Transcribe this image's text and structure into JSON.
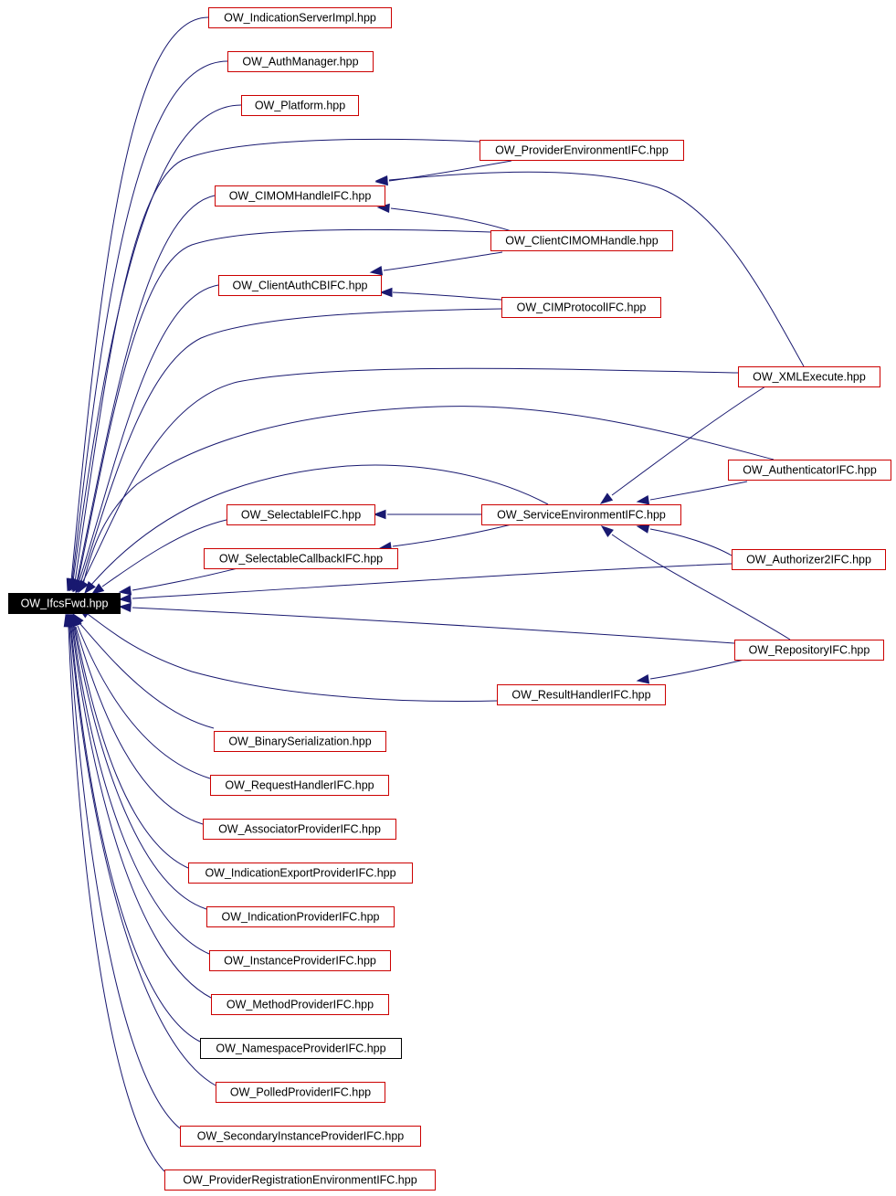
{
  "colors": {
    "edge": "#191970",
    "node_border_linked": "#cc0000",
    "node_border_plain": "#000000",
    "root_fill": "#000000",
    "root_text": "#ffffff",
    "node_fill": "#ffffff",
    "node_text": "#000000"
  },
  "root": {
    "id": "root",
    "label": "OW_IfcsFwd.hpp"
  },
  "nodes": [
    {
      "id": "n_indication_server_impl",
      "label": "OW_IndicationServerImpl.hpp",
      "border": "linked"
    },
    {
      "id": "n_auth_manager",
      "label": "OW_AuthManager.hpp",
      "border": "linked"
    },
    {
      "id": "n_platform",
      "label": "OW_Platform.hpp",
      "border": "linked"
    },
    {
      "id": "n_provider_environment_ifc",
      "label": "OW_ProviderEnvironmentIFC.hpp",
      "border": "linked"
    },
    {
      "id": "n_cimom_handle_ifc",
      "label": "OW_CIMOMHandleIFC.hpp",
      "border": "linked"
    },
    {
      "id": "n_client_cimom_handle",
      "label": "OW_ClientCIMOMHandle.hpp",
      "border": "linked"
    },
    {
      "id": "n_client_auth_cb_ifc",
      "label": "OW_ClientAuthCBIFC.hpp",
      "border": "linked"
    },
    {
      "id": "n_cim_protocol_ifc",
      "label": "OW_CIMProtocolIFC.hpp",
      "border": "linked"
    },
    {
      "id": "n_xml_execute",
      "label": "OW_XMLExecute.hpp",
      "border": "linked"
    },
    {
      "id": "n_authenticator_ifc",
      "label": "OW_AuthenticatorIFC.hpp",
      "border": "linked"
    },
    {
      "id": "n_selectable_ifc",
      "label": "OW_SelectableIFC.hpp",
      "border": "linked"
    },
    {
      "id": "n_service_environment_ifc",
      "label": "OW_ServiceEnvironmentIFC.hpp",
      "border": "linked"
    },
    {
      "id": "n_selectable_callback_ifc",
      "label": "OW_SelectableCallbackIFC.hpp",
      "border": "linked"
    },
    {
      "id": "n_authorizer2_ifc",
      "label": "OW_Authorizer2IFC.hpp",
      "border": "linked"
    },
    {
      "id": "n_repository_ifc",
      "label": "OW_RepositoryIFC.hpp",
      "border": "linked"
    },
    {
      "id": "n_result_handler_ifc",
      "label": "OW_ResultHandlerIFC.hpp",
      "border": "linked"
    },
    {
      "id": "n_binary_serialization",
      "label": "OW_BinarySerialization.hpp",
      "border": "linked"
    },
    {
      "id": "n_request_handler_ifc",
      "label": "OW_RequestHandlerIFC.hpp",
      "border": "linked"
    },
    {
      "id": "n_associator_provider_ifc",
      "label": "OW_AssociatorProviderIFC.hpp",
      "border": "linked"
    },
    {
      "id": "n_indication_export_provider_ifc",
      "label": "OW_IndicationExportProviderIFC.hpp",
      "border": "linked"
    },
    {
      "id": "n_indication_provider_ifc",
      "label": "OW_IndicationProviderIFC.hpp",
      "border": "linked"
    },
    {
      "id": "n_instance_provider_ifc",
      "label": "OW_InstanceProviderIFC.hpp",
      "border": "linked"
    },
    {
      "id": "n_method_provider_ifc",
      "label": "OW_MethodProviderIFC.hpp",
      "border": "linked"
    },
    {
      "id": "n_namespace_provider_ifc",
      "label": "OW_NamespaceProviderIFC.hpp",
      "border": "plain"
    },
    {
      "id": "n_polled_provider_ifc",
      "label": "OW_PolledProviderIFC.hpp",
      "border": "linked"
    },
    {
      "id": "n_secondary_instance_provider_ifc",
      "label": "OW_SecondaryInstanceProviderIFC.hpp",
      "border": "linked"
    },
    {
      "id": "n_provider_registration_environment_ifc",
      "label": "OW_ProviderRegistrationEnvironmentIFC.hpp",
      "border": "linked"
    }
  ],
  "edges": [
    {
      "from": "n_indication_server_impl",
      "to": "root"
    },
    {
      "from": "n_auth_manager",
      "to": "root"
    },
    {
      "from": "n_platform",
      "to": "root"
    },
    {
      "from": "n_provider_environment_ifc",
      "to": "root"
    },
    {
      "from": "n_provider_environment_ifc",
      "to": "n_cimom_handle_ifc"
    },
    {
      "from": "n_cimom_handle_ifc",
      "to": "root"
    },
    {
      "from": "n_client_cimom_handle",
      "to": "root"
    },
    {
      "from": "n_client_cimom_handle",
      "to": "n_cimom_handle_ifc"
    },
    {
      "from": "n_client_cimom_handle",
      "to": "n_client_auth_cb_ifc"
    },
    {
      "from": "n_client_auth_cb_ifc",
      "to": "root"
    },
    {
      "from": "n_cim_protocol_ifc",
      "to": "root"
    },
    {
      "from": "n_cim_protocol_ifc",
      "to": "n_client_auth_cb_ifc"
    },
    {
      "from": "n_xml_execute",
      "to": "root"
    },
    {
      "from": "n_xml_execute",
      "to": "n_cimom_handle_ifc"
    },
    {
      "from": "n_xml_execute",
      "to": "n_service_environment_ifc"
    },
    {
      "from": "n_authenticator_ifc",
      "to": "root"
    },
    {
      "from": "n_authenticator_ifc",
      "to": "n_service_environment_ifc"
    },
    {
      "from": "n_service_environment_ifc",
      "to": "root"
    },
    {
      "from": "n_service_environment_ifc",
      "to": "n_selectable_ifc"
    },
    {
      "from": "n_service_environment_ifc",
      "to": "n_selectable_callback_ifc"
    },
    {
      "from": "n_selectable_ifc",
      "to": "root"
    },
    {
      "from": "n_selectable_callback_ifc",
      "to": "root"
    },
    {
      "from": "n_authorizer2_ifc",
      "to": "root"
    },
    {
      "from": "n_authorizer2_ifc",
      "to": "n_service_environment_ifc"
    },
    {
      "from": "n_repository_ifc",
      "to": "root"
    },
    {
      "from": "n_repository_ifc",
      "to": "n_service_environment_ifc"
    },
    {
      "from": "n_repository_ifc",
      "to": "n_result_handler_ifc"
    },
    {
      "from": "n_result_handler_ifc",
      "to": "root"
    },
    {
      "from": "n_binary_serialization",
      "to": "root"
    },
    {
      "from": "n_request_handler_ifc",
      "to": "root"
    },
    {
      "from": "n_associator_provider_ifc",
      "to": "root"
    },
    {
      "from": "n_indication_export_provider_ifc",
      "to": "root"
    },
    {
      "from": "n_indication_provider_ifc",
      "to": "root"
    },
    {
      "from": "n_instance_provider_ifc",
      "to": "root"
    },
    {
      "from": "n_method_provider_ifc",
      "to": "root"
    },
    {
      "from": "n_namespace_provider_ifc",
      "to": "root"
    },
    {
      "from": "n_polled_provider_ifc",
      "to": "root"
    },
    {
      "from": "n_secondary_instance_provider_ifc",
      "to": "root"
    },
    {
      "from": "n_provider_registration_environment_ifc",
      "to": "root"
    }
  ]
}
